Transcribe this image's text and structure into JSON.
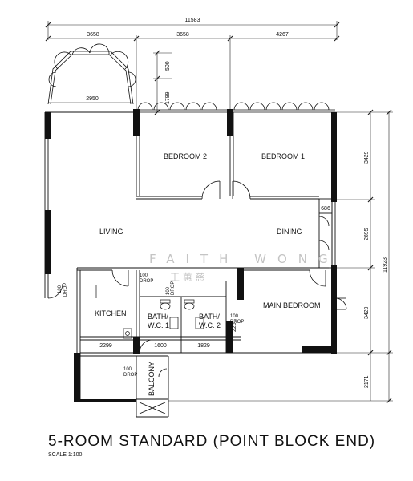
{
  "plan": {
    "title": "5-ROOM STANDARD (POINT BLOCK END)",
    "scale": "SCALE 1:100",
    "watermark_latin": "FAITH WONG",
    "watermark_cjk": "王 蕙 慈",
    "rooms": {
      "bedroom2": "BEDROOM 2",
      "bedroom1": "BEDROOM 1",
      "living": "LIVING",
      "dining": "DINING",
      "kitchen": "KITCHEN",
      "master": "MAIN BEDROOM",
      "bath1_a": "BATH/",
      "bath1_b": "W.C. 1",
      "bath2_a": "BATH/",
      "bath2_b": "W.C. 2",
      "balcony": "BALCONY"
    },
    "dimensions": {
      "overall_width": "11583",
      "w1": "3658",
      "w2": "3658",
      "w3": "4267",
      "bay_depth": "500",
      "bay_depth2": "1799",
      "bay_width": "2950",
      "h_bed1": "3429",
      "h_mid": "2895",
      "h_master": "3429",
      "h_total": "11923",
      "h_bottom": "2171",
      "w_kitchen": "2299",
      "w_bath1": "1600",
      "w_bath2": "1829",
      "niche": "686",
      "bath_door": "2261"
    },
    "drops": {
      "label_100": "100",
      "label_drop": "DROP"
    }
  }
}
